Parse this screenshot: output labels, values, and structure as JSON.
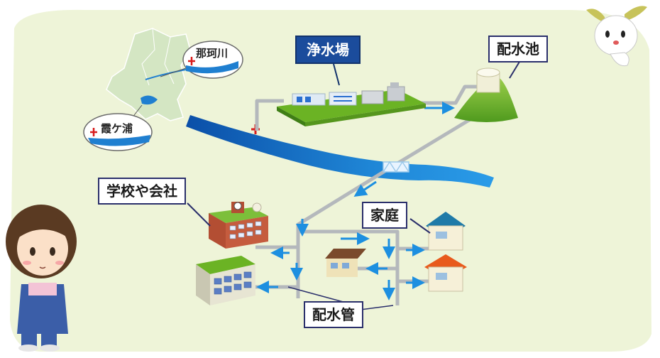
{
  "labels": {
    "purification_plant": "浄水場",
    "distribution_reservoir": "配水池",
    "school_company": "学校や会社",
    "home": "家庭",
    "distribution_pipe": "配水管",
    "naka_river": "那珂川",
    "kasumigaura": "霞ケ浦"
  },
  "colors": {
    "background": "#eef4d8",
    "river": "#1f7fd0",
    "pipe": "#b4b8bc",
    "flow_arrow": "#1d8fe0",
    "label_blue": "#1b4c9c"
  }
}
